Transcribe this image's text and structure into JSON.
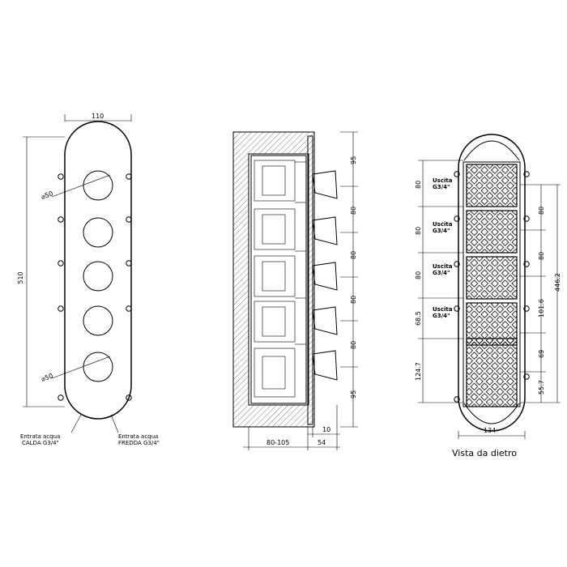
{
  "front_view": {
    "width_dim": "110",
    "height_dim": "510",
    "diameter_top": "⌀50",
    "diameter_bottom": "⌀50",
    "inlet_hot_line1": "Entrata acqua",
    "inlet_hot_line2": "CALDA G3/4\"",
    "inlet_cold_line1": "Entrata acqua",
    "inlet_cold_line2": "FREDDA G3/4\""
  },
  "side_view": {
    "right_dims": [
      "95",
      "80",
      "80",
      "80",
      "80",
      "95"
    ],
    "bottom_small": "10",
    "wall_depth": "80-105",
    "projection": "54"
  },
  "back_view": {
    "title": "Vista da dietro",
    "outlet_labels": [
      {
        "line1": "Uscita",
        "line2": "G3/4\""
      },
      {
        "line1": "Uscita",
        "line2": "G3/4\""
      },
      {
        "line1": "Uscita",
        "line2": "G3/4\""
      },
      {
        "line1": "Uscita",
        "line2": "G3/4\""
      }
    ],
    "left_dims": [
      "80",
      "80",
      "80",
      "68.5",
      "124.7"
    ],
    "right_dims": [
      "80",
      "80",
      "101.6",
      "69",
      "55.7"
    ],
    "total_height": "446.2",
    "width_dim": "134"
  }
}
